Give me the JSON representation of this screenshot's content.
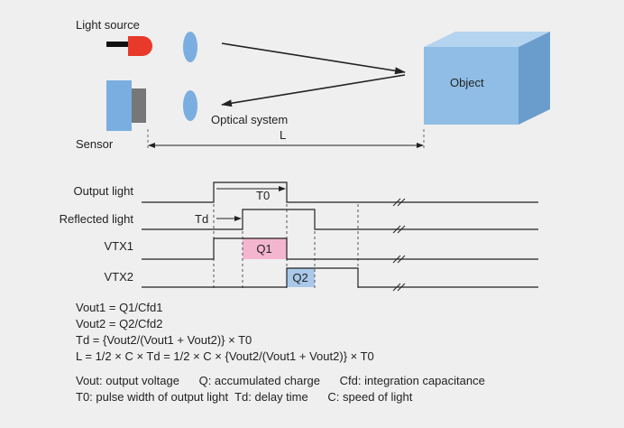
{
  "labels": {
    "light_source": "Light source",
    "sensor": "Sensor",
    "optical_system": "Optical system",
    "object": "Object",
    "distance": "L"
  },
  "timing": {
    "signals": [
      "Output light",
      "Reflected light",
      "VTX1",
      "VTX2"
    ],
    "t0": "T0",
    "td": "Td",
    "q1": "Q1",
    "q2": "Q2"
  },
  "equations": [
    "Vout1 = Q1/Cfd1",
    "Vout2 = Q2/Cfd2",
    "Td = {Vout2/(Vout1 + Vout2)} × T0",
    "L = 1/2 × C × Td = 1/2 × C × {Vout2/(Vout1 + Vout2)} × T0"
  ],
  "legend": [
    "Vout: output voltage      Q: accumulated charge      Cfd: integration capacitance",
    "T0: pulse width of output light  Td: delay time      C: speed of light"
  ],
  "colors": {
    "led_red": "#e8392b",
    "lens_blue": "#7aaee0",
    "object_front": "#8fbde6",
    "object_top": "#b4d4f0",
    "object_side": "#6a9ccc",
    "q1_fill": "#f4b6cf",
    "q2_fill": "#a9c8ea"
  }
}
